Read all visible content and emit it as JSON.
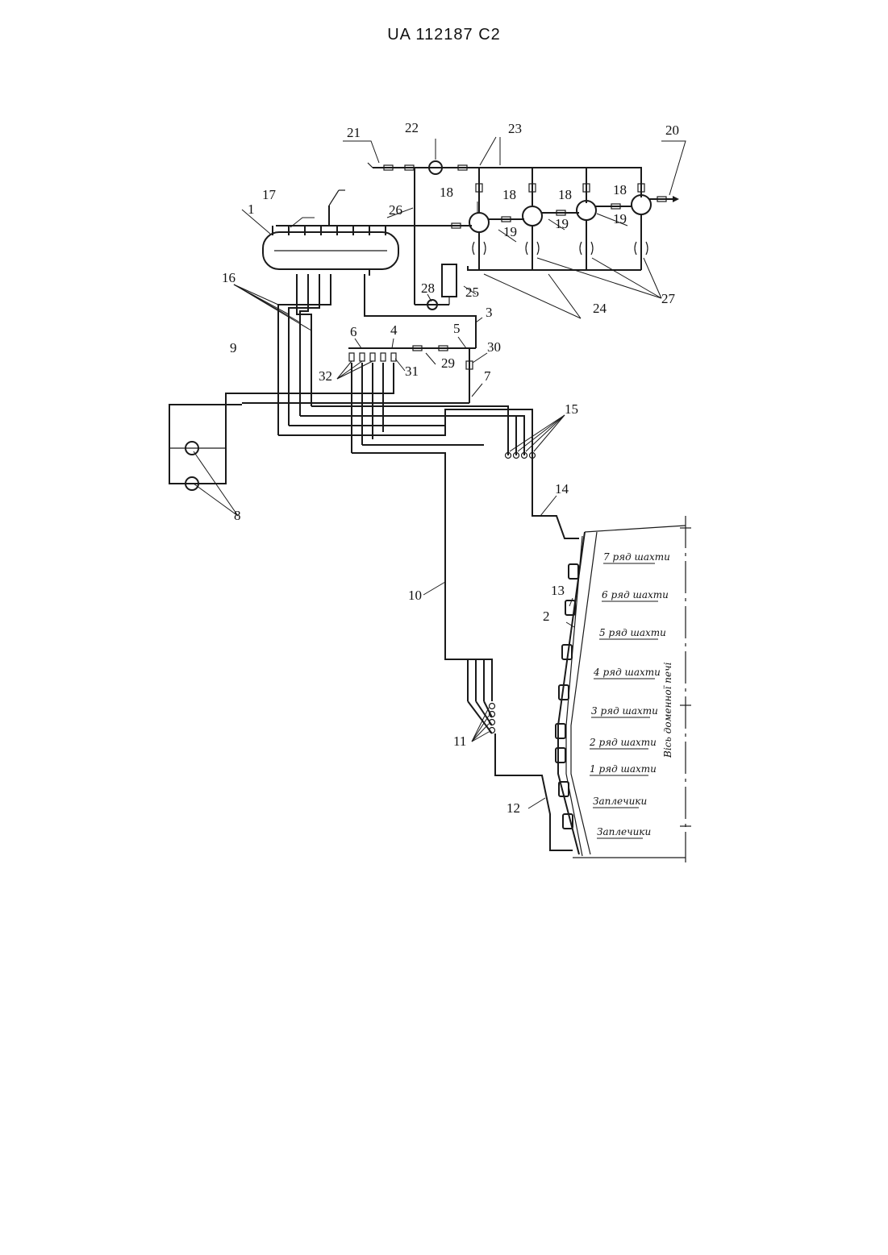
{
  "header": {
    "patent_id": "UA   112187   C2"
  },
  "callouts": [
    "1",
    "2",
    "3",
    "4",
    "5",
    "6",
    "7",
    "8",
    "9",
    "10",
    "11",
    "12",
    "13",
    "14",
    "15",
    "16",
    "17",
    "18",
    "18",
    "18",
    "18",
    "19",
    "19",
    "19",
    "20",
    "21",
    "22",
    "23",
    "24",
    "25",
    "26",
    "27",
    "28",
    "29",
    "30",
    "31",
    "32"
  ],
  "furnace": {
    "rows": [
      "7 ряд шахти",
      "6 ряд шахти",
      "5 ряд шахти",
      "4 ряд шахти",
      "3 ряд шахти",
      "2 ряд шахти",
      "1 ряд шахти",
      "Заплечики",
      "Заплечики"
    ],
    "axis_label": "Вісь доменної печі"
  }
}
